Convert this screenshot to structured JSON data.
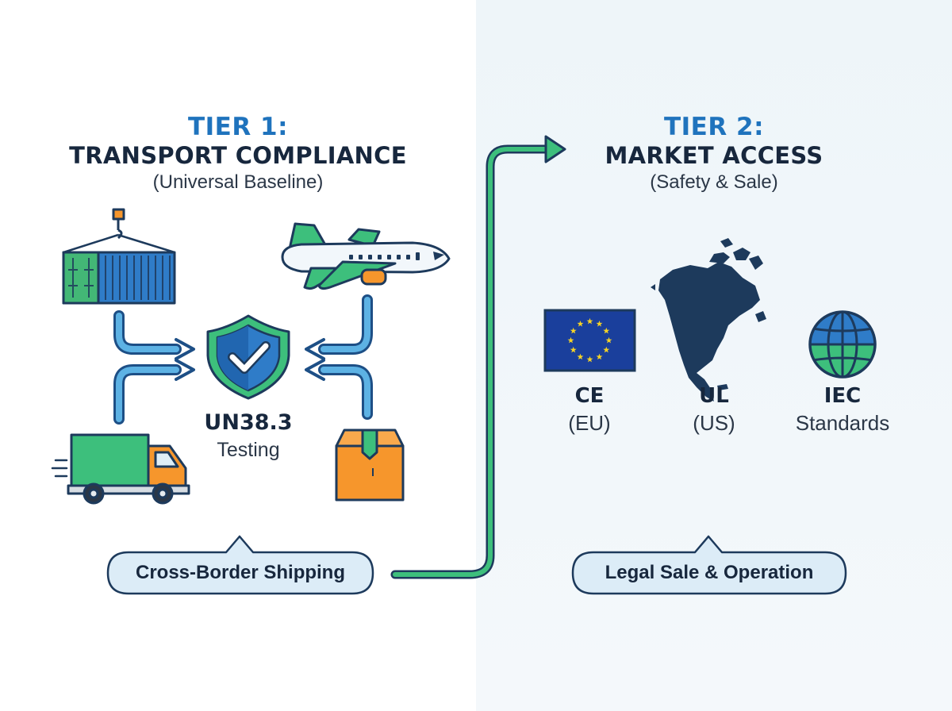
{
  "tier1": {
    "tier_label": "TIER 1:",
    "title": "TRANSPORT COMPLIANCE",
    "subtitle": "(Universal Baseline)",
    "center_title": "UN38.3",
    "center_subtitle": "Testing",
    "footer": "Cross-Border Shipping",
    "icons": [
      "container-icon",
      "airplane-icon",
      "truck-icon",
      "package-icon",
      "shield-check-icon"
    ]
  },
  "tier2": {
    "tier_label": "TIER 2:",
    "title": "MARKET ACCESS",
    "subtitle": "(Safety & Sale)",
    "markets": [
      {
        "code": "CE",
        "region": "(EU)",
        "icon": "eu-flag-icon"
      },
      {
        "code": "UL",
        "region": "(US)",
        "icon": "north-america-map-icon"
      },
      {
        "code": "IEC",
        "region": "Standards",
        "icon": "globe-icon"
      }
    ],
    "footer": "Legal Sale & Operation"
  },
  "colors": {
    "accent_blue": "#1f73bd",
    "accent_green": "#3dbf7c",
    "dark_navy": "#17273d",
    "orange": "#f6962c",
    "pill_fill": "#dcecf7",
    "eu_blue": "#1a3f9c",
    "eu_star": "#f5d327"
  }
}
